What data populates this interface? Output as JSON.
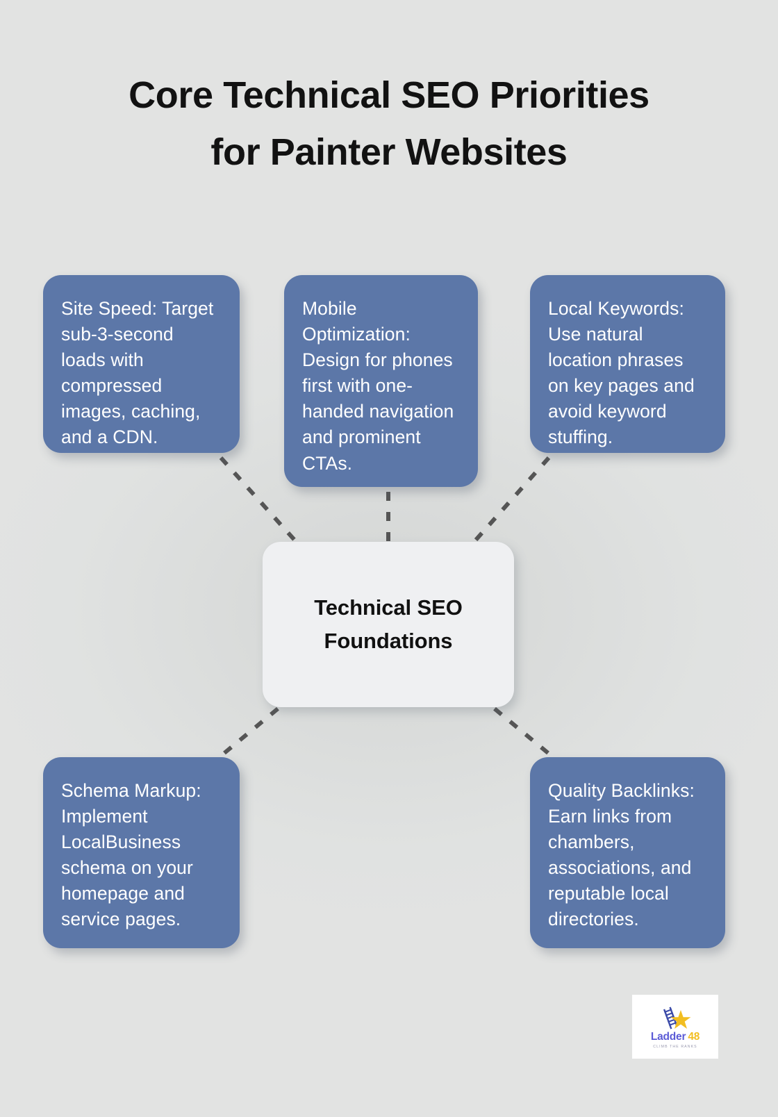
{
  "page": {
    "background_color": "#dfe1e0"
  },
  "title": {
    "line1": "Core Technical SEO Priorities",
    "line2": "for Painter Websites",
    "color": "#121212"
  },
  "hub": {
    "line1": "Technical SEO",
    "line2": "Foundations",
    "background_color": "#eff0f2",
    "text_color": "#111111"
  },
  "cards": [
    {
      "text": "Site Speed: Target sub-3-second loads with compressed images, caching, and a CDN."
    },
    {
      "text": "Mobile Optimization: Design for phones first with one-handed navigation and prominent CTAs."
    },
    {
      "text": "Local Keywords: Use natural location phrases on key pages and avoid keyword stuffing."
    },
    {
      "text": "Schema Markup: Implement LocalBusiness schema on your homepage and service pages."
    },
    {
      "text": "Quality Backlinks: Earn links from chambers, associations, and reputable local directories."
    }
  ],
  "card_style": {
    "background_color": "#5c77a8",
    "text_color": "#ffffff"
  },
  "connectors": {
    "style": "dashed",
    "color": "#555555"
  },
  "logo": {
    "wordmark": "Ladder",
    "number": "48",
    "tagline": "CLIMB THE RANKS",
    "wordmark_color": "#5b5bd6",
    "number_color": "#f2be21",
    "icon": "ladder-star-icon"
  }
}
